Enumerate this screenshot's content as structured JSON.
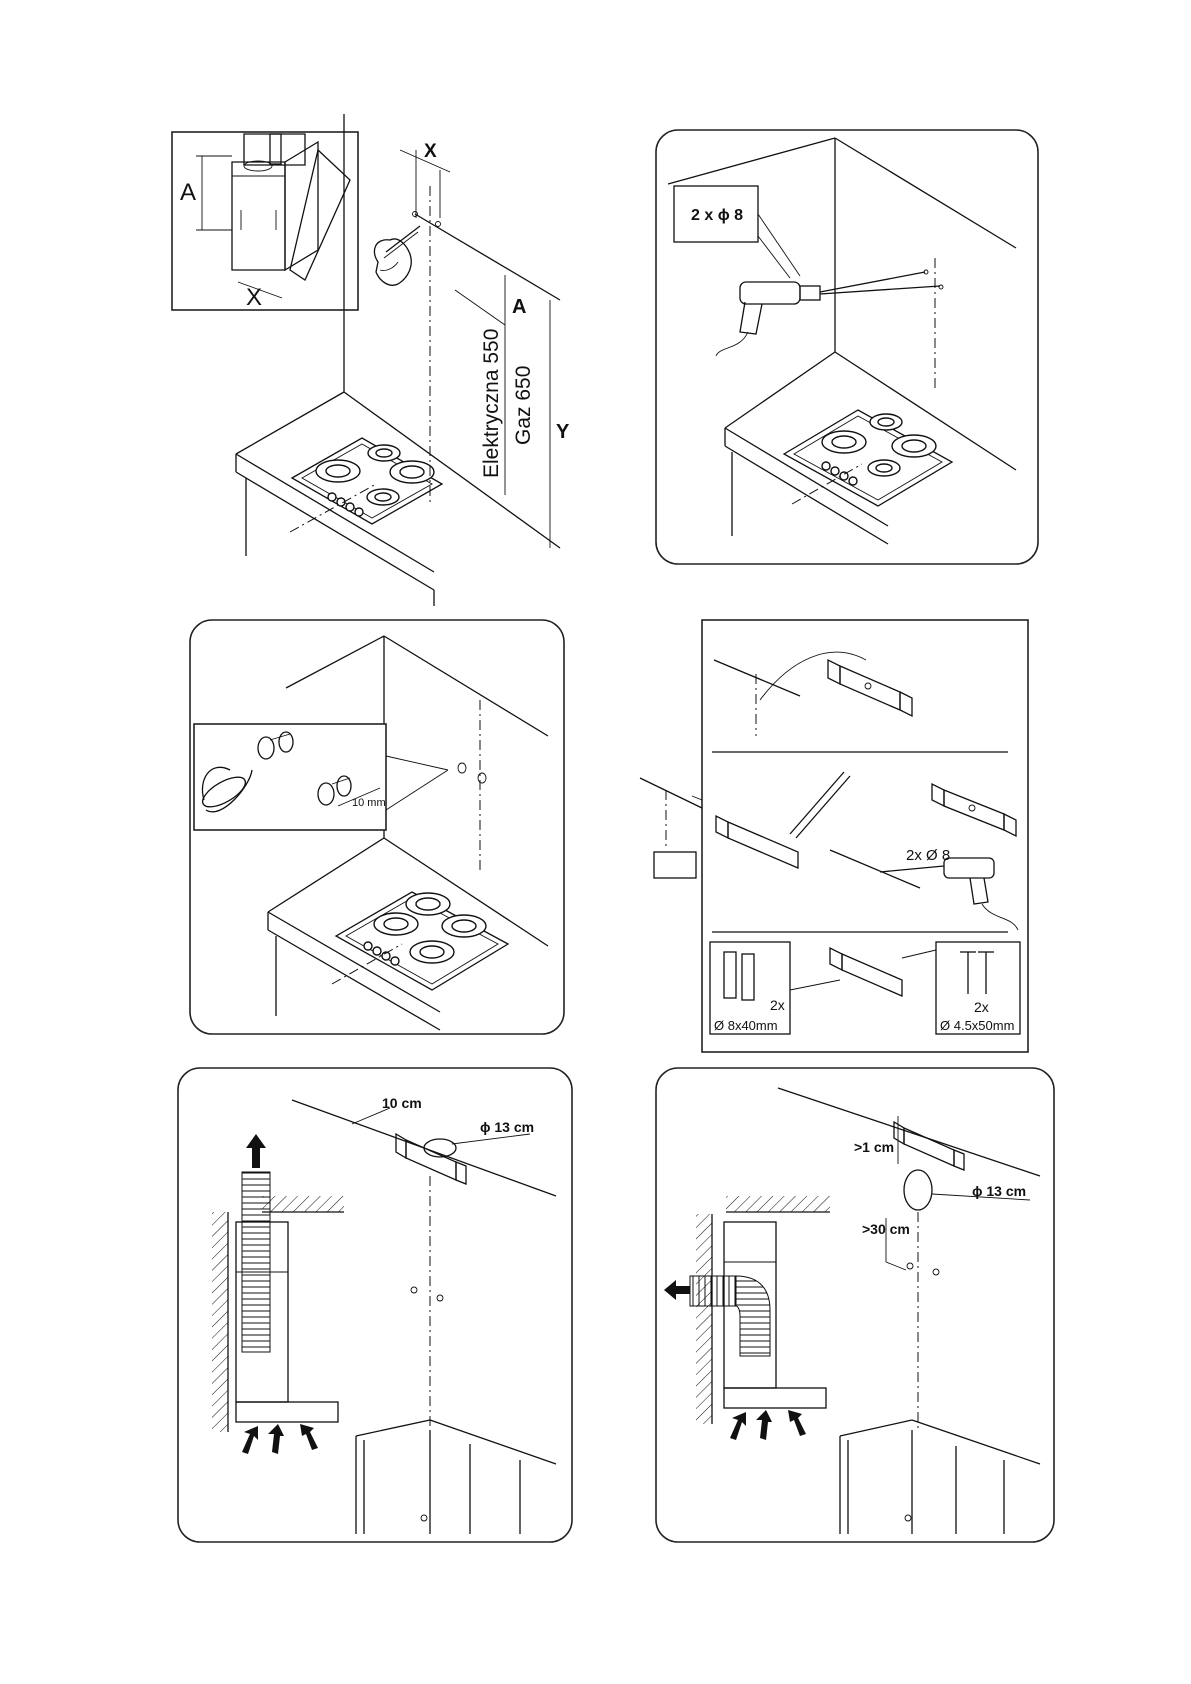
{
  "panel1": {
    "label_A_inset": "A",
    "label_X_inset": "X",
    "label_X_top": "X",
    "label_A_main": "A",
    "label_Y": "Y",
    "label_electric": "Elektryczna 550",
    "label_gas": "Gaz 650"
  },
  "panel2": {
    "drill_label": "2 x ϕ 8"
  },
  "panel3": {
    "depth_label": "10 mm"
  },
  "panel4": {
    "drill_label": "2x Ø 8",
    "plug_count": "2x",
    "plug_size": "Ø 8x40mm",
    "screw_count": "2x",
    "screw_size": "Ø 4.5x50mm"
  },
  "panel5": {
    "offset_label": "10 cm",
    "duct_label": "ϕ 13 cm"
  },
  "panel6": {
    "gap_top": ">1 cm",
    "gap_side": ">30 cm",
    "duct_label": "ϕ 13 cm"
  }
}
